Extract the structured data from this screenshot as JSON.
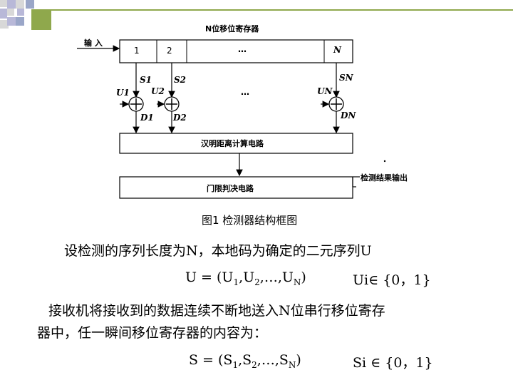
{
  "diagram": {
    "shift_register_title": "N位移位寄存器",
    "input_label": "输 入",
    "cells": [
      "1",
      "2",
      "…",
      "N"
    ],
    "switches": [
      "S1",
      "S2",
      "SN"
    ],
    "u_labels": [
      "U1",
      "U2",
      "UN"
    ],
    "d_labels": [
      "D1",
      "D2",
      "DN"
    ],
    "middle_dots": "…",
    "hamming_box": "汉明距离计算电路",
    "threshold_box": "门限判决电路",
    "output_label": "检测结果输出",
    "caption": "图1 检测器结构框图"
  },
  "text": {
    "line1": "设检测的序列长度为N，本地码为确定的二元序列U",
    "eq_u": "U = (U1,U2,…,UN)",
    "eq_u_set": "Ui∈ {0，1}",
    "line3a": "接收机将接收到的数据连续不断地送入N位串行移位寄存",
    "line3b": "器中，任一瞬间移位寄存器的内容为：",
    "eq_s": "S = (S1,S2,…,SN)",
    "eq_s_set": "Si ∈ {0，1}"
  }
}
